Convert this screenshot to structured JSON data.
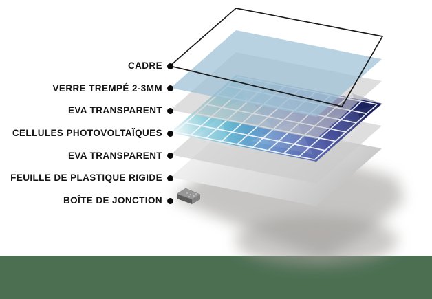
{
  "diagram": {
    "kind": "exploded-solar-panel-layers",
    "labels": [
      {
        "text": "CADRE",
        "layer": "frame"
      },
      {
        "text": "VERRE TREMPÉ 2-3MM",
        "layer": "tempered-glass"
      },
      {
        "text": "EVA TRANSPARENT",
        "layer": "eva-top"
      },
      {
        "text": "CELLULES PHOTOVOLTAÏQUES",
        "layer": "photovoltaic-cells"
      },
      {
        "text": "EVA TRANSPARENT",
        "layer": "eva-bottom"
      },
      {
        "text": "FEUILLE DE PLASTIQUE RIGIDE",
        "layer": "rigid-backsheet"
      },
      {
        "text": "BOÎTE DE JONCTION",
        "layer": "junction-box"
      }
    ]
  },
  "colors": {
    "background": "#ffffff",
    "bottom_strip": "#4C6F52",
    "label_text": "#141414",
    "bullet": "#0b0b0b",
    "frame_stroke": "#1a1a1a",
    "glass_fill": "rgb(156,193,215)",
    "glass_opacity": 0.72,
    "eva_fill": "rgb(201,201,201)",
    "eva_opacity": 0.62,
    "backsheet_light": "#ededed",
    "backsheet_dark": "#c7c7c7",
    "cells_teal": "#29a4ba",
    "cells_steel": "#4b6cb2",
    "cells_navy": "#2d3787",
    "cells_darkest": "#192058",
    "cells_corner_wash": "#ffffff",
    "cells_lightblue": "rgb(150,195,235)",
    "cells_periwinkle": "rgb(130,140,205)",
    "grid_line": "#f4f7fb",
    "shadow": "#8e8c89",
    "shadow_soft": "#a09d9a",
    "junction_top": "#979797",
    "junction_front": "#5c5c5c",
    "junction_side": "#828282",
    "junction_dots": "#cfcfcf"
  }
}
